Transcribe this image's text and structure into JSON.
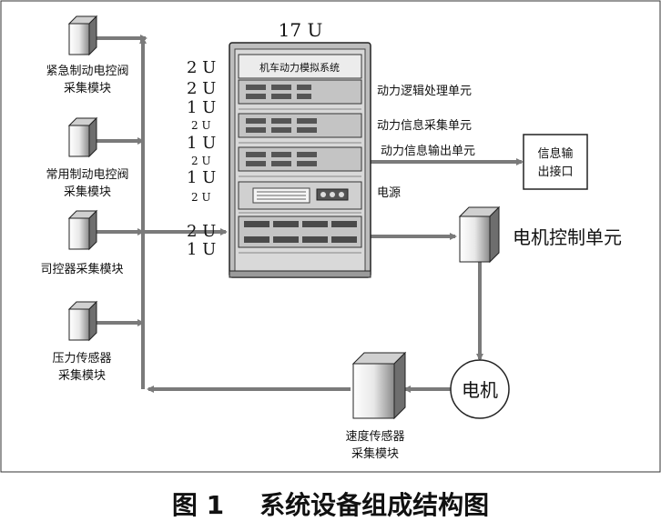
{
  "rack": {
    "total_label": "17 U",
    "panel_title": "机车动力模拟系统",
    "u_labels": [
      "2 U",
      "2 U",
      "1 U",
      "2 U",
      "1 U",
      "2 U",
      "1 U",
      "2 U",
      "2 U",
      "1 U"
    ]
  },
  "modules": {
    "emergency_brake": [
      "紧急制动电控阀",
      "采集模块"
    ],
    "service_brake": [
      "常用制动电控阀",
      "采集模块"
    ],
    "driver_controller": [
      "司控器采集模块"
    ],
    "pressure_sensor": [
      "压力传感器",
      "采集模块"
    ],
    "speed_sensor": [
      "速度传感器",
      "采集模块"
    ]
  },
  "units": {
    "logic": "动力逻辑处理单元",
    "acquisition": "动力信息采集单元",
    "output": "动力信息输出单元",
    "power": "电源",
    "motor_control": "电机控制单元",
    "motor": "电机",
    "info_port": [
      "信息输",
      "出接口"
    ]
  },
  "caption": "图 1    系统设备组成结构图",
  "colors": {
    "arrow": "#7a7a7a",
    "line": "#222222",
    "rack": "#c8c8c8"
  }
}
